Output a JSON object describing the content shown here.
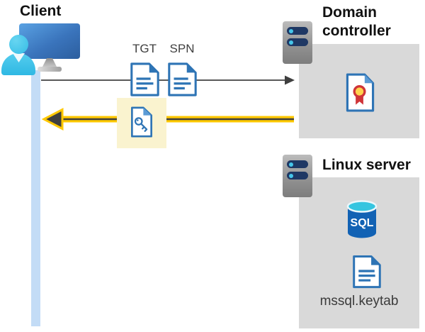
{
  "diagram": {
    "client": {
      "label": "Client"
    },
    "messages": {
      "tgt_label": "TGT",
      "spn_label": "SPN"
    },
    "domain_controller": {
      "label": "Domain controller"
    },
    "linux_server": {
      "label": "Linux server",
      "sql_text": "SQL",
      "keytab_label": "mssql.keytab"
    },
    "icons": {
      "client": "user-at-computer-icon",
      "domain_controller": "server-icon",
      "linux_server": "server-icon",
      "tgt": "document-icon",
      "spn": "document-icon",
      "returned_ticket": "key-document-icon",
      "certificate": "certificate-icon",
      "database": "sql-database-icon",
      "keytab_file": "document-icon"
    },
    "arrows": {
      "request": {
        "direction": "right",
        "color": "#595959"
      },
      "response": {
        "direction": "left",
        "color": "#ffc800",
        "core": "#3f3f3f"
      }
    },
    "colors": {
      "highlight_yellow": "#faf3cf",
      "arrow_yellow": "#ffc800",
      "arrow_dark": "#3f3f3f",
      "zone_gray": "#d9d9d9",
      "icon_blue": "#2e74b5",
      "server_navy": "#1f3864",
      "person_cyan": "#45c6ea",
      "lifeline_blue": "#c3dcf6",
      "sql_body_blue": "#1262b4",
      "sql_top_cyan": "#35c5e0",
      "cert_seal_yellow": "#ffd24d",
      "cert_ribbon_red": "#cf3438"
    }
  }
}
